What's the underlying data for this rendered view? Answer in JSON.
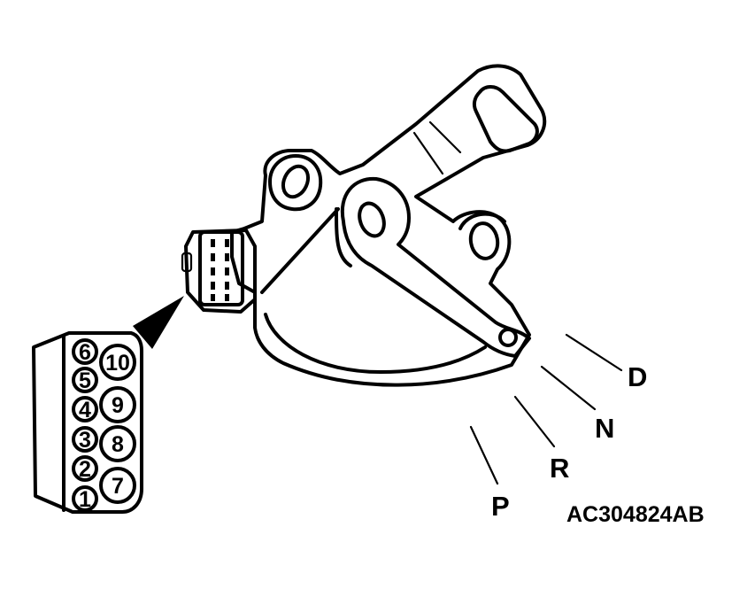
{
  "figure_code": "AC304824AB",
  "positions": [
    {
      "label": "P"
    },
    {
      "label": "R"
    },
    {
      "label": "N"
    },
    {
      "label": "D"
    }
  ],
  "connector_pins": [
    {
      "number": "1"
    },
    {
      "number": "2"
    },
    {
      "number": "3"
    },
    {
      "number": "4"
    },
    {
      "number": "5"
    },
    {
      "number": "6"
    },
    {
      "number": "7"
    },
    {
      "number": "8"
    },
    {
      "number": "9"
    },
    {
      "number": "10"
    }
  ]
}
